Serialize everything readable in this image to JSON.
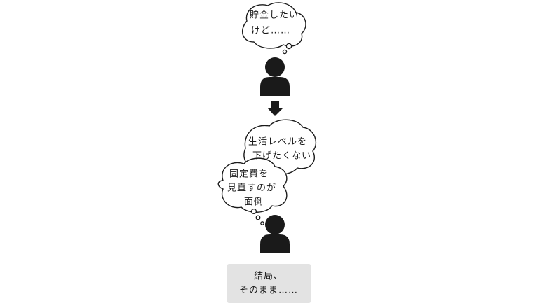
{
  "colors": {
    "figure": "#1a1a1a",
    "bubble_stroke": "#1a1a1a",
    "bubble_fill": "#ffffff",
    "result_box_fill": "#e3e3e3"
  },
  "icons": {
    "person": "person-silhouette-icon",
    "arrow": "arrow-down-icon"
  },
  "thought1": {
    "line1": "貯金したい",
    "line2": "けど……"
  },
  "thought2": {
    "line1": "生活レベルを",
    "line2": "下げたくない"
  },
  "thought3": {
    "line1": "固定費を",
    "line2": "見直すのが",
    "line3": "面倒"
  },
  "result": {
    "line1": "結局、",
    "line2": "そのまま……"
  }
}
